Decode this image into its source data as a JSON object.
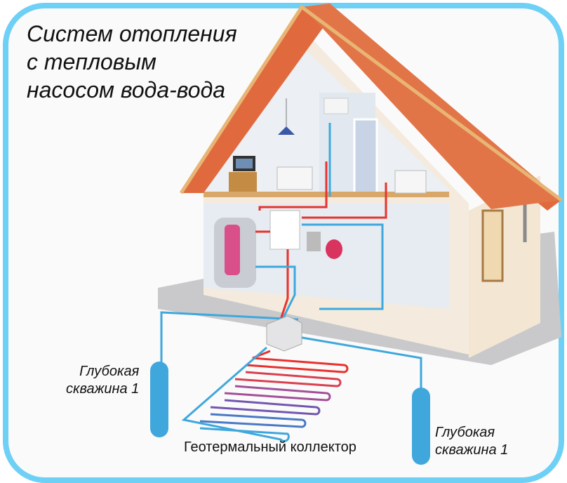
{
  "title": {
    "line1": "Систем отопления",
    "line2": "с тепловым",
    "line3": "насосом вода-вода"
  },
  "well_left": {
    "line1": "Глубокая",
    "line2": "скважина 1"
  },
  "well_right": {
    "line1": "Глубокая",
    "line2": "скважина 1"
  },
  "collector_label": "Геотермальный коллектор",
  "colors": {
    "frame": "#6fd0f5",
    "roof": "#e06a3e",
    "hot_pipe": "#e8322d",
    "cold_pipe": "#3fa7dc",
    "well": "#3fa7dc"
  }
}
